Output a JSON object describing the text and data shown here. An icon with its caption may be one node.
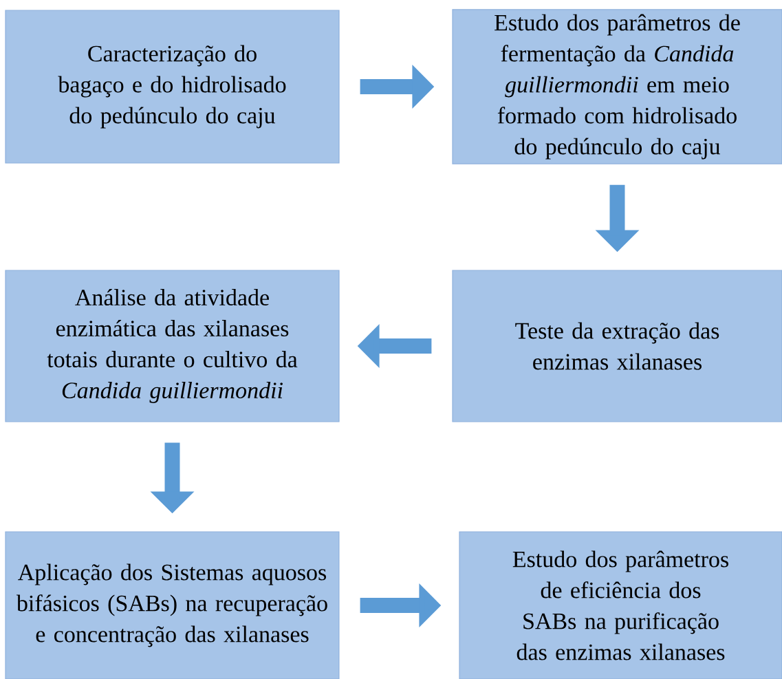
{
  "diagram": {
    "nodes": [
      {
        "text": [
          "Caracterização do bagaço e do hidrolisado do pedúnculo do caju"
        ]
      },
      {
        "text": [
          "Estudo dos parâmetros de fermentação da *Candida guilliermondii* em meio formado com hidrolisado do pedúnculo do caju"
        ]
      },
      {
        "text": [
          "Análise da atividade enzimática das xilanases totais durante o cultivo da *Candida guilliermondii*"
        ]
      },
      {
        "text": [
          "Teste da extração das enzimas xilanases"
        ]
      },
      {
        "text": [
          "Aplicação dos Sistemas aquosos bifásicos (SABs) na recuperação e concentração das xilanases"
        ]
      },
      {
        "text": [
          "Estudo dos parâmetros de eficiência dos SABs na purificação das enzimas xilanases"
        ]
      }
    ],
    "edges": [
      {
        "from": 0,
        "to": 1,
        "arrow": "to"
      },
      {
        "from": 1,
        "to": 3,
        "arrow": "to"
      },
      {
        "from": 3,
        "to": 2,
        "arrow": "to"
      },
      {
        "from": 2,
        "to": 4,
        "arrow": "to"
      },
      {
        "from": 4,
        "to": 5,
        "arrow": "to"
      }
    ]
  }
}
